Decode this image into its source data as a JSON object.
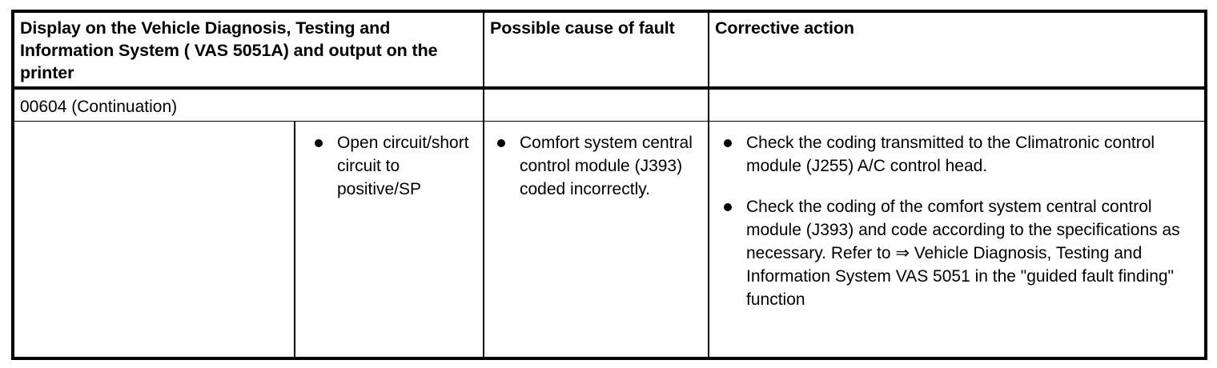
{
  "table": {
    "headers": [
      "Display on the Vehicle Diagnosis, Testing and Information System ( VAS 5051A) and output on the printer",
      "Possible cause of fault",
      "Corrective action"
    ],
    "continuation_row": {
      "fault_code": "00604 (Continuation)",
      "cause": "",
      "action": ""
    },
    "data_row": {
      "display_blank": "",
      "display_bullets": [
        "Open circuit/short circuit to positive/SP"
      ],
      "cause_bullets": [
        "Comfort system central control module (J393) coded incorrectly."
      ],
      "action_bullets": [
        "Check the coding transmitted to the Climatronic control module (J255) A/C control head.",
        "Check the coding of the comfort system central control module (J393) and code according to the specifications as necessary. Refer to ⇒ Vehicle Diagnosis, Testing and Information System VAS 5051 in the \"guided fault finding\" function"
      ]
    }
  }
}
